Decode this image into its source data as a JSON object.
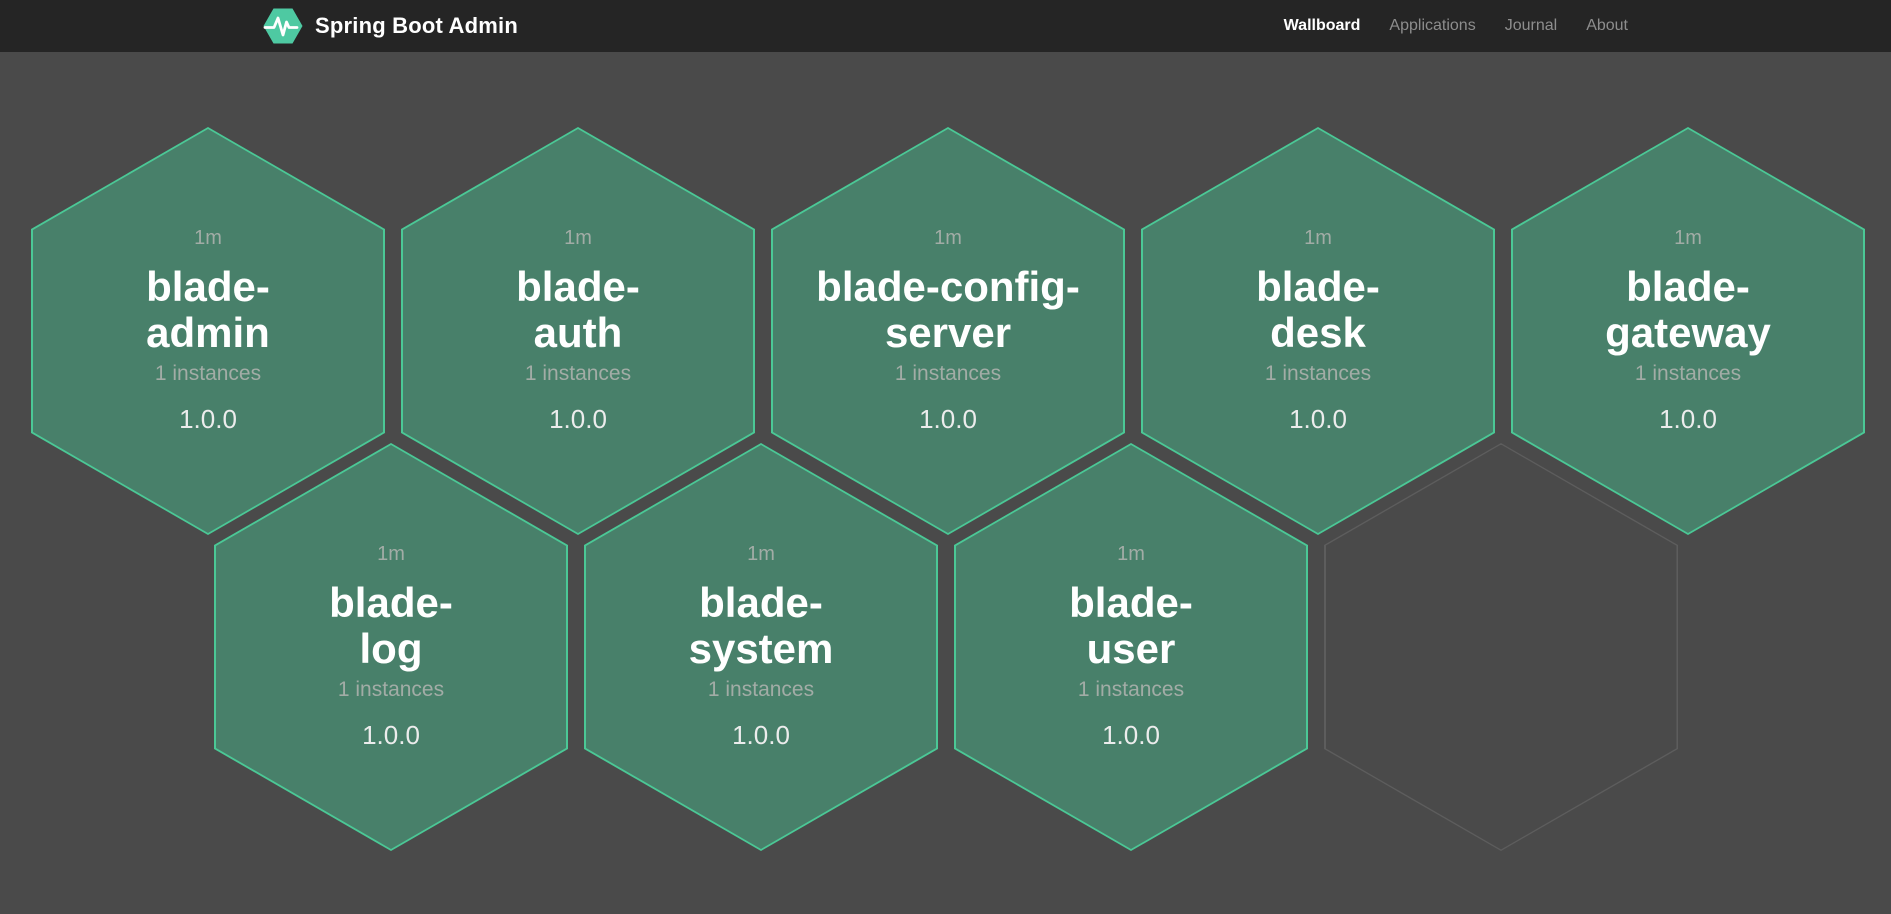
{
  "navbar": {
    "brand": "Spring Boot Admin",
    "items": [
      {
        "label": "Wallboard",
        "active": true
      },
      {
        "label": "Applications",
        "active": false
      },
      {
        "label": "Journal",
        "active": false
      },
      {
        "label": "About",
        "active": false
      }
    ]
  },
  "apps": [
    {
      "time": "1m",
      "name": "blade-\nadmin",
      "instances": "1 instances",
      "version": "1.0.0"
    },
    {
      "time": "1m",
      "name": "blade-\nauth",
      "instances": "1 instances",
      "version": "1.0.0"
    },
    {
      "time": "1m",
      "name": "blade-config-\nserver",
      "instances": "1 instances",
      "version": "1.0.0"
    },
    {
      "time": "1m",
      "name": "blade-\ndesk",
      "instances": "1 instances",
      "version": "1.0.0"
    },
    {
      "time": "1m",
      "name": "blade-\ngateway",
      "instances": "1 instances",
      "version": "1.0.0"
    },
    {
      "time": "1m",
      "name": "blade-\nlog",
      "instances": "1 instances",
      "version": "1.0.0"
    },
    {
      "time": "1m",
      "name": "blade-\nsystem",
      "instances": "1 instances",
      "version": "1.0.0"
    },
    {
      "time": "1m",
      "name": "blade-\nuser",
      "instances": "1 instances",
      "version": "1.0.0"
    }
  ],
  "colors": {
    "accent_green": "#4bc896",
    "hex_fill": "#48806a",
    "logo_green": "#4ec9a2",
    "page_bg": "#4a4a4a",
    "navbar_bg": "#252525",
    "muted_text": "#a2aca6"
  }
}
